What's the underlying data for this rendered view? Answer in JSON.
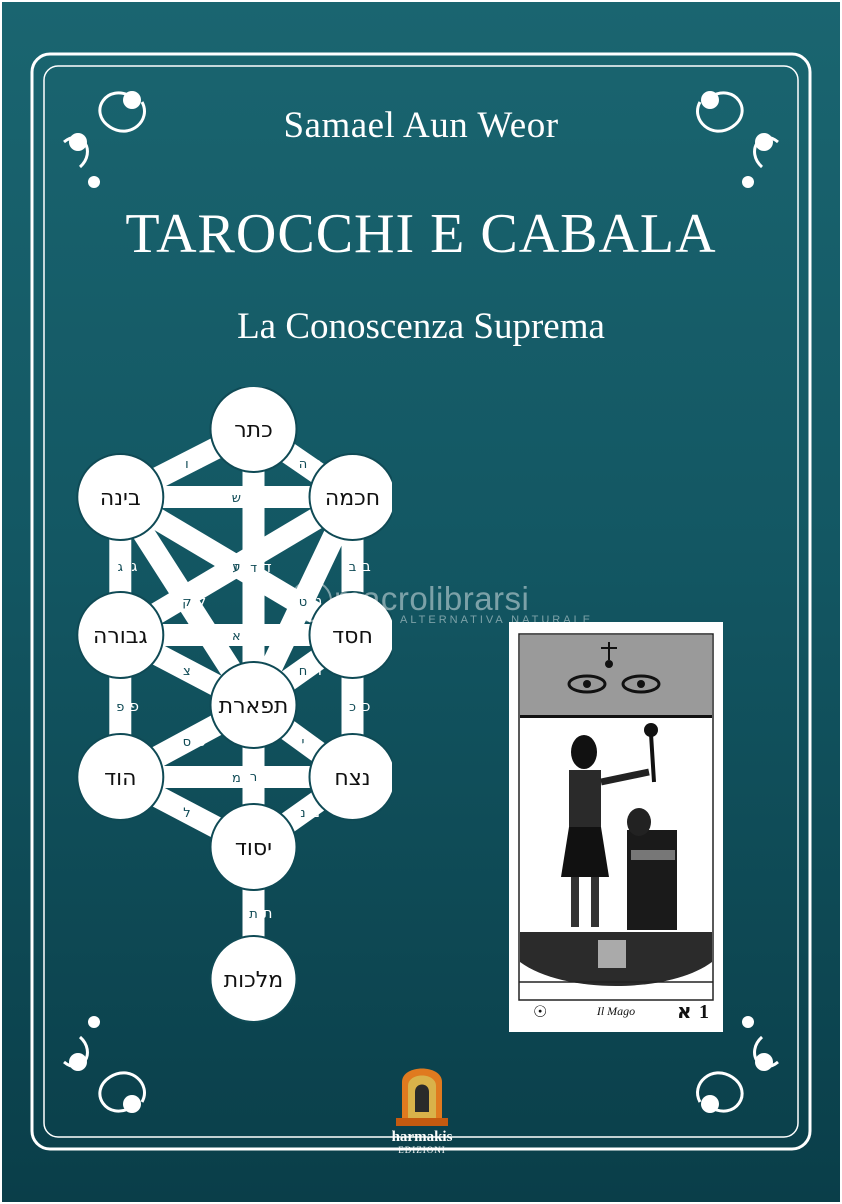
{
  "cover": {
    "author": "Samael Aun Weor",
    "title": "TAROCCHI E CABALA",
    "subtitle": "La Conoscenza Suprema"
  },
  "tree_of_life": {
    "sephiroth": [
      {
        "id": "keter",
        "label": "כתר"
      },
      {
        "id": "binah",
        "label": "בינה"
      },
      {
        "id": "chokmah",
        "label": "חכמה"
      },
      {
        "id": "geburah",
        "label": "גבורה"
      },
      {
        "id": "chesed",
        "label": "חסד"
      },
      {
        "id": "tiphareth",
        "label": "תפארת"
      },
      {
        "id": "hod",
        "label": "הוד"
      },
      {
        "id": "netzach",
        "label": "נצח"
      },
      {
        "id": "yesod",
        "label": "יסוד"
      },
      {
        "id": "malkuth",
        "label": "מלכות"
      }
    ],
    "path_letters": {
      "keter_binah": "ו",
      "keter_chokmah": "ה",
      "binah_chokmah": "ש",
      "binah_tiphareth": "ק",
      "binah_chesed": "ע",
      "binah_geburah": "ג",
      "keter_tiphareth": "ד",
      "chokmah_geburah": "ז",
      "chokmah_tiphareth": "ט",
      "chokmah_chesed": "ב",
      "geburah_chesed": "א",
      "geburah_tiphareth": "צ",
      "chesed_tiphareth": "ח",
      "geburah_hod": "פ",
      "chesed_netzach": "כ",
      "tiphareth_hod": "ס",
      "tiphareth_netzach": "י",
      "hod_netzach": "מ",
      "tiphareth_yesod": "ר",
      "hod_yesod": "ל",
      "netzach_yesod": "נ",
      "yesod_malkuth": "ת"
    }
  },
  "watermark": {
    "name": "macrolibrarsi",
    "tagline": "ALTERNATIVA NATURALE"
  },
  "tarot_card": {
    "number": "1",
    "hebrew_letter": "א",
    "name": "Il Mago",
    "symbol": "☉"
  },
  "publisher": {
    "name": "harmakis",
    "imprint": "EDIZIONI"
  },
  "colors": {
    "background_top": "#1a6570",
    "background_bottom": "#0a3e49",
    "frame": "#ffffff"
  }
}
